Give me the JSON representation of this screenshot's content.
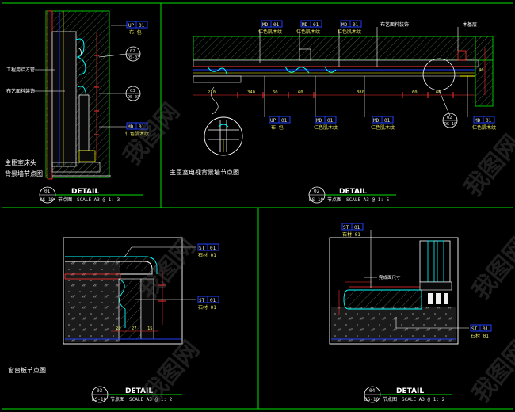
{
  "panels": [
    {
      "num": "01",
      "detail": "DETAIL",
      "ref": "DS-10",
      "node_label": "节点图",
      "scale": "SCALE A3 @ 1: 3",
      "caption_lines": [
        "主臣室床头",
        "背景墙节点图"
      ],
      "tags": [
        {
          "code": "UP",
          "num": "01",
          "name": "布 包"
        },
        {
          "code": "",
          "num": "02",
          "name": "DS-03"
        },
        {
          "code": "",
          "num": "03",
          "name": "DS-03"
        },
        {
          "code": "MD",
          "num": "01",
          "name": "仁色肌木纹"
        }
      ],
      "leaders": [
        "工程用铝方管",
        "布艺面料装饰"
      ]
    },
    {
      "num": "02",
      "detail": "DETAIL",
      "ref": "DS-10",
      "node_label": "节点图",
      "scale": "SCALE A3 @ 1: 5",
      "caption_lines": [
        "主臣室电视背景墙节点图"
      ],
      "top_tags": [
        {
          "code": "MD",
          "num": "01",
          "name": "仁色肌木纹"
        },
        {
          "code": "MD",
          "num": "01",
          "name": "仁色肌木纹"
        },
        {
          "code": "MD",
          "num": "01",
          "name": "仁色肌木纹"
        }
      ],
      "top_notes": [
        "布艺面料装饰",
        "木基层"
      ],
      "bottom_tags": [
        {
          "code": "UP",
          "num": "01",
          "name": "布 包"
        },
        {
          "code": "MD",
          "num": "01",
          "name": "仁色肌木纹"
        },
        {
          "code": "MD",
          "num": "01",
          "name": "仁色肌木纹"
        },
        {
          "code": "MD",
          "num": "01",
          "name": "仁色肌木纹"
        }
      ],
      "dims": [
        "210",
        "340",
        "60",
        "60",
        "380",
        "60",
        "60",
        "40"
      ],
      "section_ref": {
        "num": "02",
        "ref": "DS-10"
      }
    },
    {
      "num": "03",
      "detail": "DETAIL",
      "ref": "DS-10",
      "node_label": "节点图",
      "scale": "SCALE A3 @ 1: 2",
      "caption_lines": [
        "窗台板节点图"
      ],
      "tags": [
        {
          "code": "ST",
          "num": "01",
          "name": "石材 01"
        },
        {
          "code": "ST",
          "num": "01",
          "name": "石材 01"
        }
      ],
      "dims": [
        "20",
        "27",
        "15"
      ]
    },
    {
      "num": "04",
      "detail": "DETAIL",
      "ref": "DS-10",
      "node_label": "节点图",
      "scale": "SCALE A3 @ 1: 2",
      "caption_lines": [],
      "tags": [
        {
          "code": "ST",
          "num": "01",
          "name": "石材 01"
        },
        {
          "code": "ST",
          "num": "01",
          "name": "石材 01"
        }
      ],
      "notes": [
        "完成面尺寸"
      ]
    }
  ],
  "watermark": "我图网",
  "colors": {
    "frame": "#00ff00",
    "line": "#ffffff",
    "cyan": "#00ffff",
    "yellow": "#ffff00",
    "red": "#ff3030",
    "blue": "#4060ff",
    "tag_blue": "#2040ff"
  }
}
